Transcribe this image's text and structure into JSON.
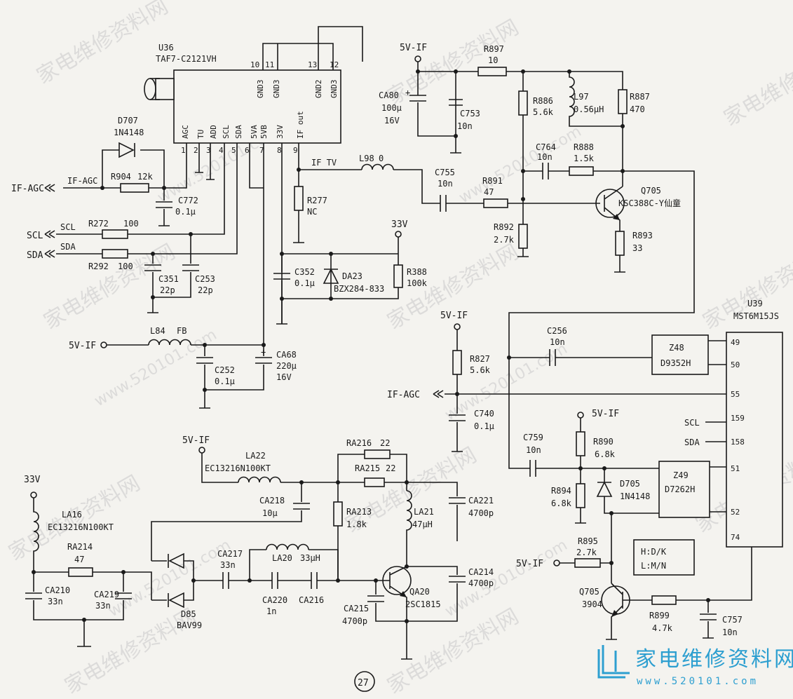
{
  "watermark": {
    "cn": "家电维修资料网",
    "url": "www.520101.com"
  },
  "logo": {
    "text": "家电维修资料网",
    "url": "www.520101.com",
    "color": "#2d9fd0"
  },
  "page_number": "27",
  "u36": {
    "ref": "U36",
    "part": "TAF7-C2121VH",
    "top_pins": [
      "10",
      "11",
      "13",
      "12"
    ],
    "top_labels": [
      "GND3",
      "GND3",
      "GND2",
      "GND3"
    ],
    "pin_labels": [
      "AGC",
      "TU",
      "ADD",
      "SCL",
      "SDA",
      "5VA",
      "5VB",
      "33V",
      "IF out"
    ],
    "pin_numbers": [
      "1",
      "2",
      "3",
      "4",
      "5",
      "6",
      "7",
      "8",
      "9"
    ]
  },
  "u39": {
    "ref": "U39",
    "part": "MST6M15JS",
    "pins": [
      "49",
      "50",
      "55",
      "159",
      "158",
      "51",
      "52",
      "74"
    ],
    "pin_labels": {
      "159": "SCL",
      "158": "SDA"
    }
  },
  "parts": {
    "d707": [
      "D707",
      "1N4148"
    ],
    "r904": [
      "R904",
      "12k"
    ],
    "c772": [
      "C772",
      "0.1μ"
    ],
    "r272": [
      "R272",
      "100"
    ],
    "r292": [
      "R292",
      "100"
    ],
    "c351": [
      "C351",
      "22p"
    ],
    "c253": [
      "C253",
      "22p"
    ],
    "l84": [
      "L84",
      "FB"
    ],
    "c252": [
      "C252",
      "0.1μ"
    ],
    "ca68": [
      "CA68",
      "220μ",
      "16V"
    ],
    "r277": [
      "R277",
      "NC"
    ],
    "l98": [
      "L98",
      "0"
    ],
    "c352": [
      "C352",
      "0.1μ"
    ],
    "da23": [
      "DA23",
      "BZX284-833"
    ],
    "r388": [
      "R388",
      "100k"
    ],
    "ca80": [
      "CA80",
      "100μ",
      "16V"
    ],
    "c753": [
      "C753",
      "10n"
    ],
    "r897": [
      "R897",
      "10"
    ],
    "r886": [
      "R886",
      "5.6k"
    ],
    "l97": [
      "L97",
      "0.56μH"
    ],
    "r887": [
      "R887",
      "470"
    ],
    "c764": [
      "C764",
      "10n"
    ],
    "r888": [
      "R888",
      "1.5k"
    ],
    "c755": [
      "C755",
      "10n"
    ],
    "r891": [
      "R891",
      "47"
    ],
    "r892": [
      "R892",
      "2.7k"
    ],
    "q705a": [
      "Q705",
      "KSC388C-Y仙童"
    ],
    "r893": [
      "R893",
      "33"
    ],
    "r827": [
      "R827",
      "5.6k"
    ],
    "c740": [
      "C740",
      "0.1μ"
    ],
    "c256": [
      "C256",
      "10n"
    ],
    "z48": [
      "Z48",
      "D9352H"
    ],
    "z49": [
      "Z49",
      "D7262H"
    ],
    "c759": [
      "C759",
      "10n"
    ],
    "r890": [
      "R890",
      "6.8k"
    ],
    "r894": [
      "R894",
      "6.8k"
    ],
    "d705": [
      "D705",
      "1N4148"
    ],
    "r895": [
      "R895",
      "2.7k"
    ],
    "q705b": [
      "Q705",
      "3904"
    ],
    "r899": [
      "R899",
      "4.7k"
    ],
    "c757": [
      "C757",
      "10n"
    ],
    "la22": [
      "LA22",
      "EC13216N100KT"
    ],
    "ra216": [
      "RA216",
      "22"
    ],
    "ra215": [
      "RA215",
      "22"
    ],
    "ca218": [
      "CA218",
      "10μ"
    ],
    "ra213": [
      "RA213",
      "1.8k"
    ],
    "la21": [
      "LA21",
      "47μH"
    ],
    "ca221": [
      "CA221",
      "4700p"
    ],
    "la16": [
      "LA16",
      "EC13216N100KT"
    ],
    "ra214": [
      "RA214",
      "47"
    ],
    "ca210": [
      "CA210",
      "33n"
    ],
    "ca219": [
      "CA219",
      "33n"
    ],
    "d85": [
      "D85",
      "BAV99"
    ],
    "ca217": [
      "CA217",
      "33n"
    ],
    "la20": [
      "LA20",
      "33μH"
    ],
    "ca220": [
      "CA220",
      "1n"
    ],
    "ca216": [
      "CA216"
    ],
    "qa20": [
      "QA20",
      "2SC1815"
    ],
    "ca214": [
      "CA214",
      "4700p"
    ],
    "ca215": [
      "CA215",
      "4700p"
    ]
  },
  "nets": {
    "if_agc": "IF-AGC",
    "scl": "SCL",
    "sda": "SDA",
    "v5if": "5V-IF",
    "v33": "33V",
    "if_tv": "IF TV"
  },
  "note": {
    "line1": "H:D/K",
    "line2": "L:M/N"
  }
}
